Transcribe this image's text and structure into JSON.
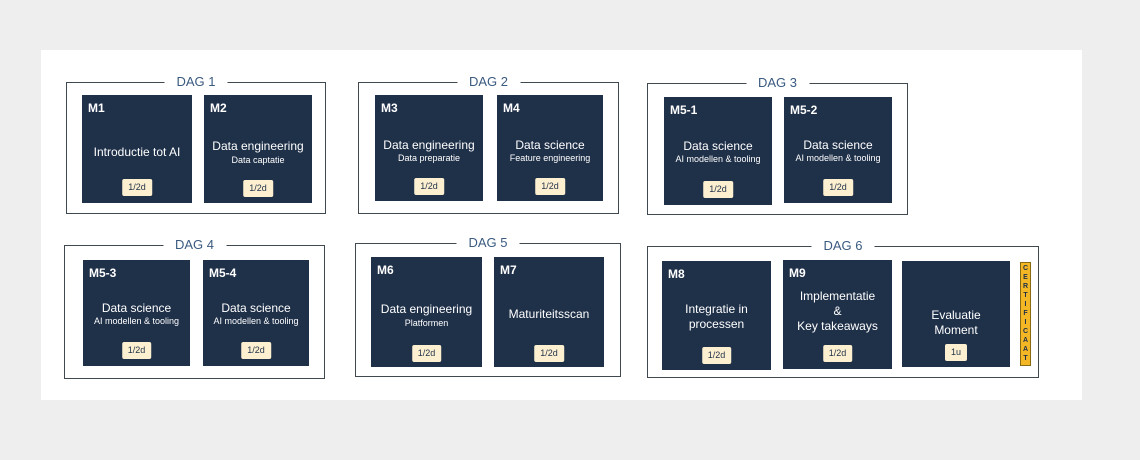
{
  "days": [
    {
      "title": "DAG 1",
      "modules": [
        {
          "code": "M1",
          "title": "Introductie tot AI",
          "sub": "",
          "duration": "1/2d"
        },
        {
          "code": "M2",
          "title": "Data engineering",
          "sub": "Data captatie",
          "duration": "1/2d"
        }
      ]
    },
    {
      "title": "DAG 2",
      "modules": [
        {
          "code": "M3",
          "title": "Data engineering",
          "sub": "Data preparatie",
          "duration": "1/2d"
        },
        {
          "code": "M4",
          "title": "Data science",
          "sub": "Feature engineering",
          "duration": "1/2d"
        }
      ]
    },
    {
      "title": "DAG 3",
      "modules": [
        {
          "code": "M5-1",
          "title": "Data science",
          "sub": "AI modellen & tooling",
          "duration": "1/2d"
        },
        {
          "code": "M5-2",
          "title": "Data science",
          "sub": "AI modellen & tooling",
          "duration": "1/2d"
        }
      ]
    },
    {
      "title": "DAG 4",
      "modules": [
        {
          "code": "M5-3",
          "title": "Data science",
          "sub": "AI modellen & tooling",
          "duration": "1/2d"
        },
        {
          "code": "M5-4",
          "title": "Data science",
          "sub": "AI modellen & tooling",
          "duration": "1/2d"
        }
      ]
    },
    {
      "title": "DAG 5",
      "modules": [
        {
          "code": "M6",
          "title": "Data engineering",
          "sub": "Platformen",
          "duration": "1/2d"
        },
        {
          "code": "M7",
          "title": "Maturiteitsscan",
          "sub": "",
          "duration": "1/2d"
        }
      ]
    },
    {
      "title": "DAG 6",
      "modules": [
        {
          "code": "M8",
          "title": "Integratie in processen",
          "sub": "",
          "duration": "1/2d"
        },
        {
          "code": "M9",
          "title": "Implementatie & Key takeaways",
          "sub": "",
          "duration": "1/2d"
        },
        {
          "code": "",
          "title": "Evaluatie Moment",
          "sub": "",
          "duration": "1u"
        }
      ]
    }
  ],
  "certificate": {
    "label": "CERTIFICAAT",
    "letters": [
      "C",
      "E",
      "R",
      "T",
      "I",
      "F",
      "I",
      "C",
      "A",
      "A",
      "T"
    ]
  }
}
